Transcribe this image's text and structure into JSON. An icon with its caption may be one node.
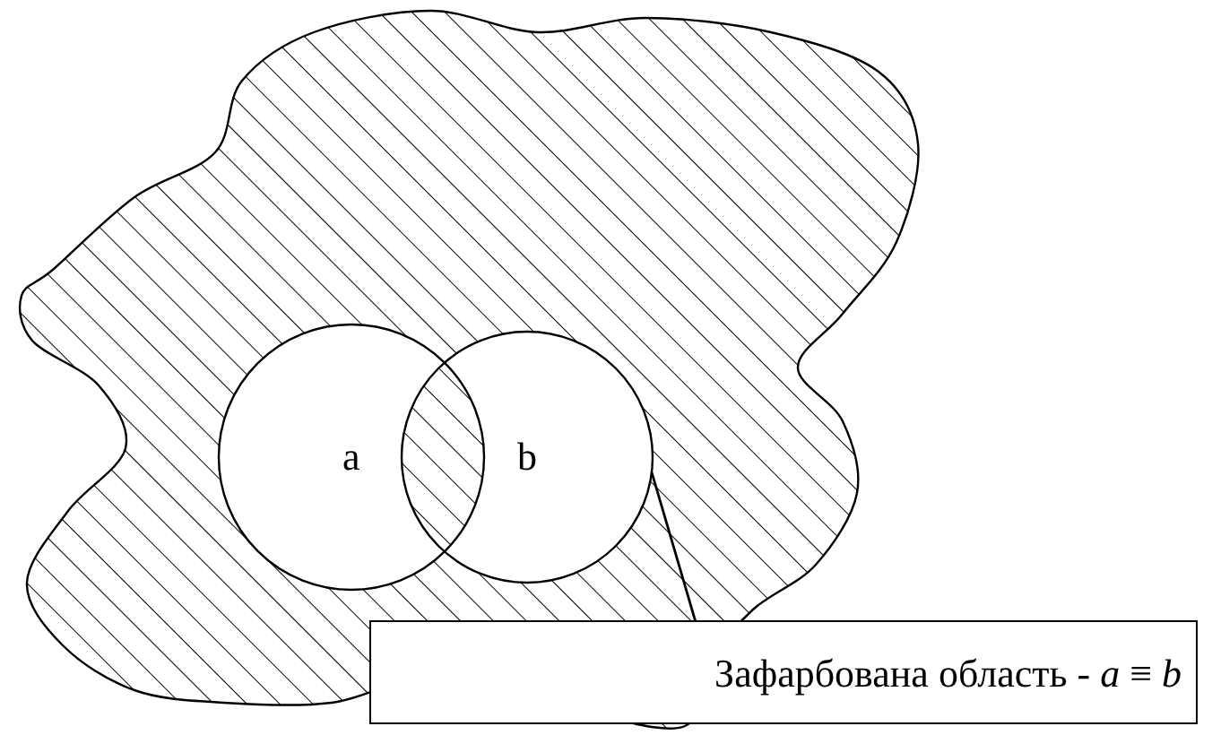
{
  "diagram": {
    "nodes": [
      {
        "text": [],
        "shape": "cloud"
      },
      {
        "text": [
          "a"
        ],
        "in": 0
      },
      {
        "text": [
          "b"
        ],
        "in": 0
      },
      {
        "text": [
          "Зафарбована область - *a* ≡ *b*"
        ]
      }
    ],
    "edges": [
      {
        "from": 3,
        "to": 2,
        "arrow": "none"
      }
    ]
  }
}
